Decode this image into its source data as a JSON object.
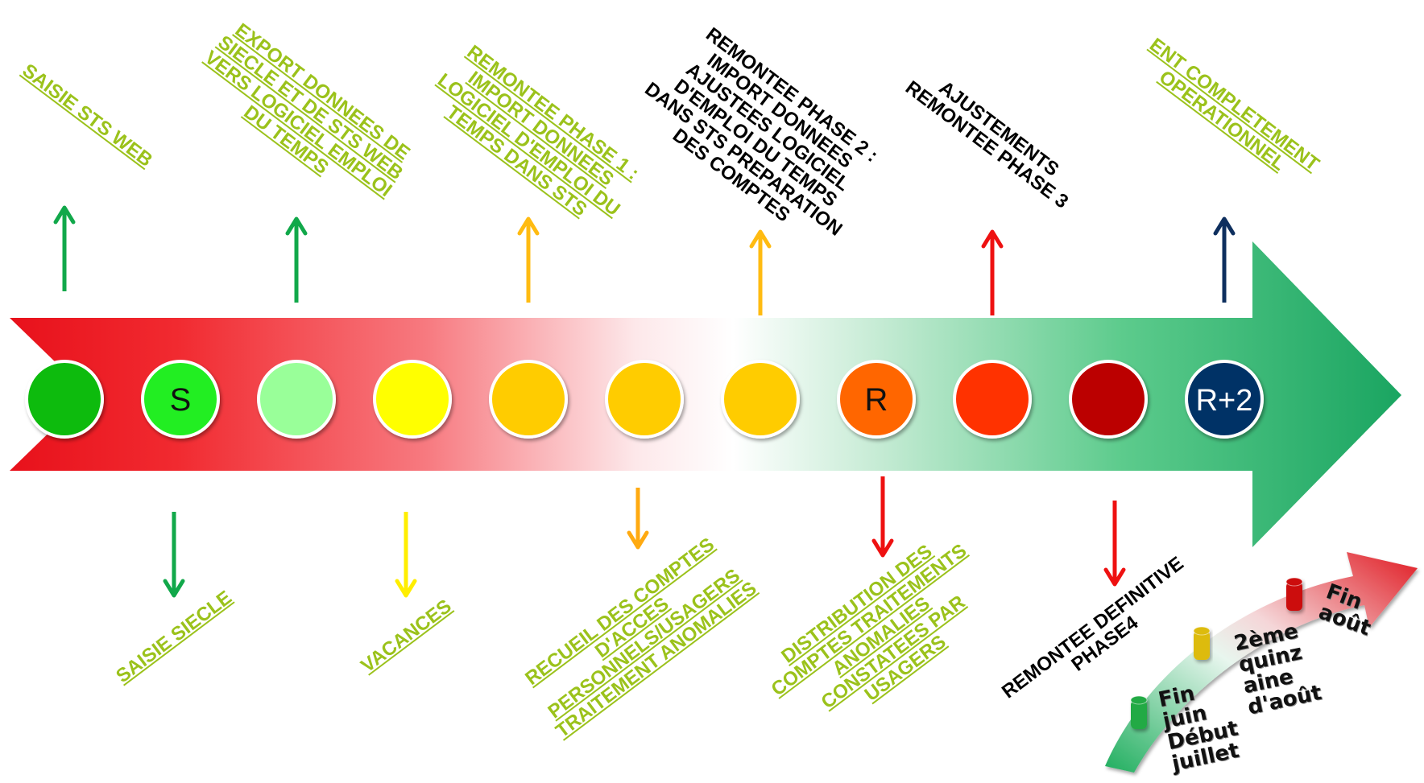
{
  "colors": {
    "label_green": "#9bc21b",
    "label_black": "#000000",
    "arrow_red": "#e8111b",
    "arrow_green": "#1aa561"
  },
  "milestones": [
    {
      "letter": "",
      "color": "#11bb11"
    },
    {
      "letter": "S",
      "color": "#22ee22"
    },
    {
      "letter": "",
      "color": "#99ff99"
    },
    {
      "letter": "",
      "color": "#ffff00"
    },
    {
      "letter": "",
      "color": "#ffcc00"
    },
    {
      "letter": "",
      "color": "#ffcc00"
    },
    {
      "letter": "",
      "color": "#ffcc00"
    },
    {
      "letter": "R",
      "color": "#ff6600"
    },
    {
      "letter": "",
      "color": "#ff3300"
    },
    {
      "letter": "",
      "color": "#bb0000"
    },
    {
      "letter": "R+2",
      "color": "#003366"
    }
  ],
  "top_labels": [
    {
      "text": "SAISIE STS WEB",
      "style": "green",
      "arrow_color": "#11a84a"
    },
    {
      "text": "EXPORT DONNEES DE\nSIECLE ET DE STS WEB\nVERS LOGICIEL EMPLOI\nDU TEMPS",
      "style": "green",
      "arrow_color": "#11a84a"
    },
    {
      "text": "REMONTEE PHASE 1 :\nIMPORT DONNEES\nLOGICIEL D'EMPLOI DU\nTEMPS DANS STS",
      "style": "green",
      "arrow_color": "#ffbb11"
    },
    {
      "text": "REMONTEE PHASE 2 :\nIMPORT DONNEES\nAJUSTEES LOGICIEL\nD'EMPLOI DU TEMPS\nDANS STS PREPARATION\nDES COMPTES",
      "style": "black",
      "arrow_color": "#ffbb11"
    },
    {
      "text": "AJUSTEMENTS\nREMONTEE PHASE 3",
      "style": "black",
      "arrow_color": "#ee1111"
    },
    {
      "text": "ENT COMPLETEMENT\nOPERATIONNEL",
      "style": "green",
      "arrow_color": "#0e2f5e"
    }
  ],
  "bottom_labels": [
    {
      "text": "SAISIE SIECLE",
      "style": "green",
      "arrow_color": "#11a84a"
    },
    {
      "text": "VACANCES",
      "style": "green",
      "arrow_color": "#ffee00"
    },
    {
      "text": "RECUEIL DES COMPTES\nD'ACCES\nPERSONNELS/USAGERS\nTRAITEMENT ANOMALIES",
      "style": "green",
      "arrow_color": "#ffaa11"
    },
    {
      "text": "DISTRIBUTION DES\nCOMPTES TRAITEMENTS\nANOMALIES\nCONSTATEES PAR\nUSAGERS",
      "style": "green",
      "arrow_color": "#ee1111"
    },
    {
      "text": "REMONTEE DEFINITIVE\nPHASE4",
      "style": "black",
      "arrow_color": "#ee1111"
    }
  ],
  "legend": {
    "labels": [
      "Fin\njuin\nDébut\njuillet",
      "2ème\nquinz\naine\nd'août",
      "Fin\naoût"
    ],
    "marker_colors": [
      "#22aa44",
      "#ddbb11",
      "#cc1111"
    ]
  }
}
